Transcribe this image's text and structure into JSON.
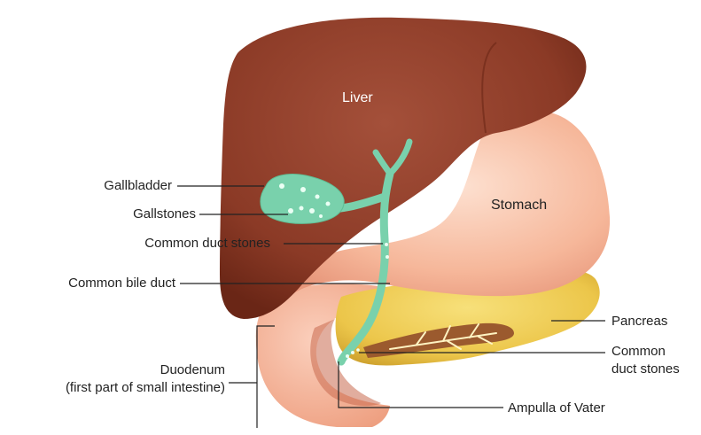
{
  "organs": {
    "liver": "Liver",
    "stomach": "Stomach"
  },
  "labels_left": {
    "gallbladder": "Gallbladder",
    "gallstones": "Gallstones",
    "common_duct_stones": "Common duct stones",
    "common_bile_duct": "Common bile duct",
    "duodenum_line1": "Duodenum",
    "duodenum_line2": "(first part of small intestine)"
  },
  "labels_right": {
    "pancreas": "Pancreas",
    "common_duct_stones_line1": "Common",
    "common_duct_stones_line2": "duct stones",
    "ampulla": "Ampulla of Vater"
  },
  "colors": {
    "liver": "#8b3a26",
    "stomach": "#f6b79a",
    "gallbladder": "#79d1ac",
    "pancreas": "#ecc64a",
    "duodenum": "#f0a98a"
  }
}
